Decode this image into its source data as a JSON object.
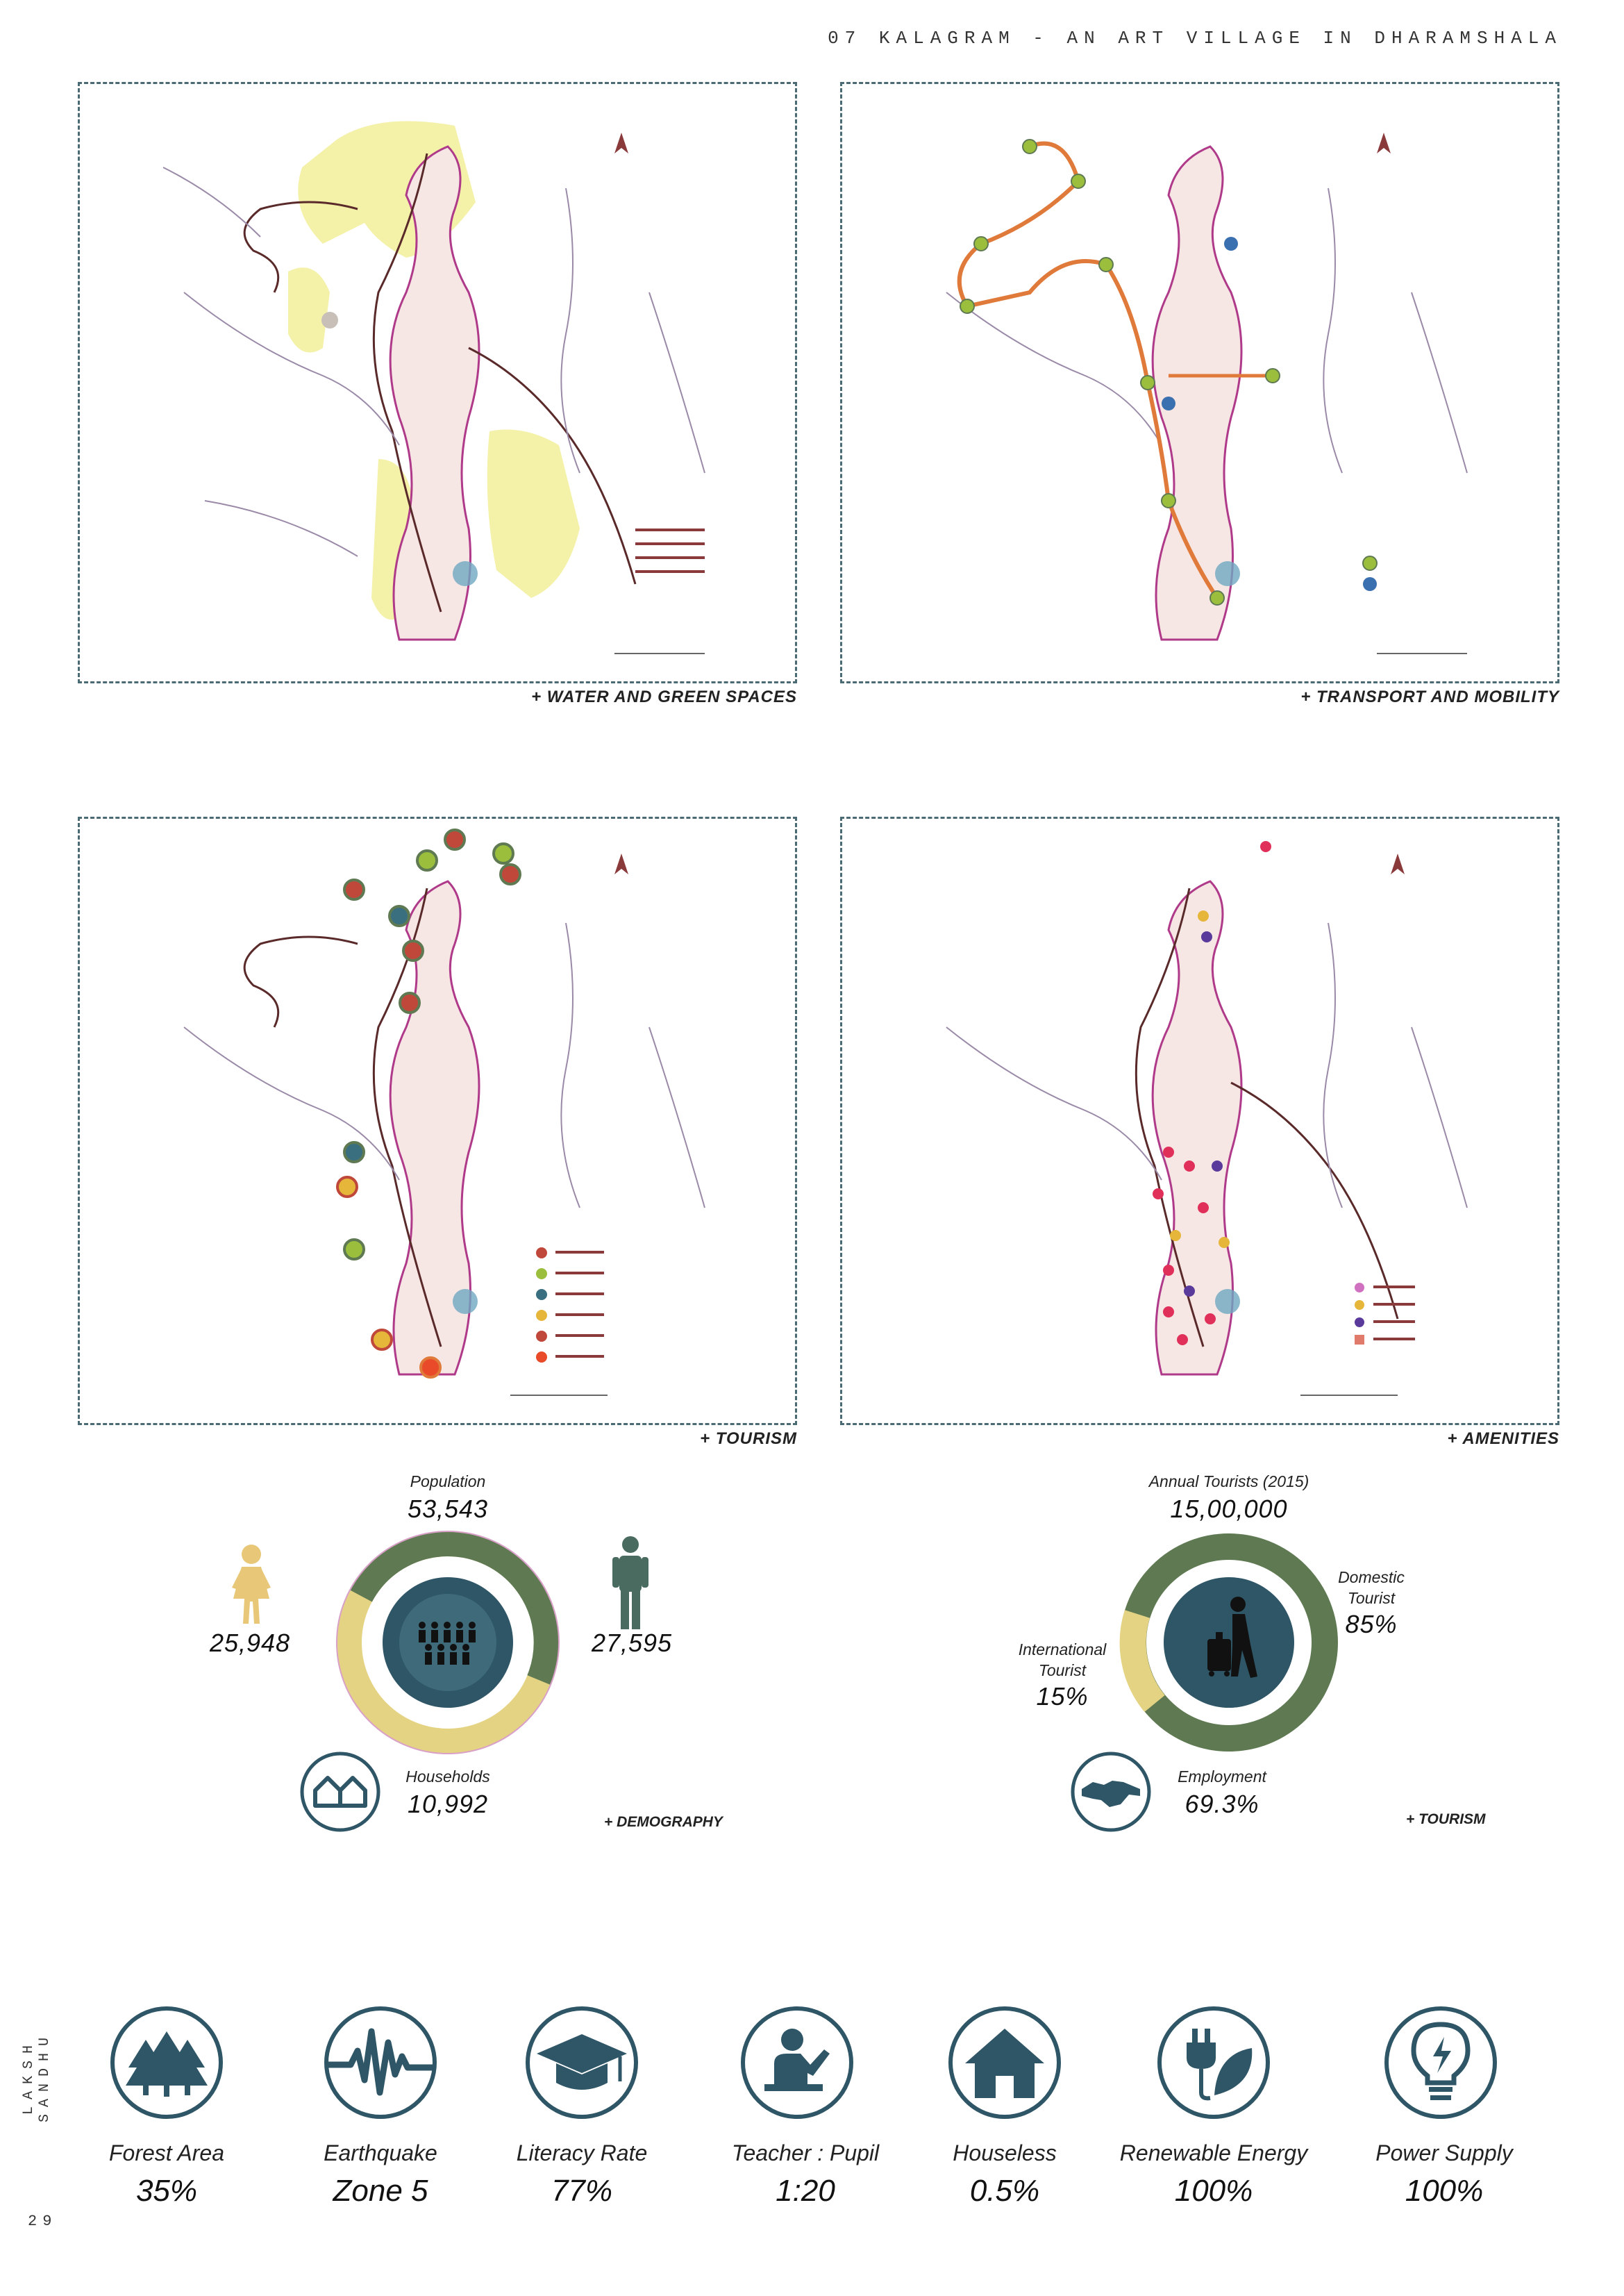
{
  "header": {
    "title": "07 KALAGRAM - AN ART VILLAGE IN DHARAMSHALA"
  },
  "maps": [
    {
      "caption": "+ WATER AND GREEN SPACES"
    },
    {
      "caption": "+ TRANSPORT AND MOBILITY"
    },
    {
      "caption": "+ TOURISM"
    },
    {
      "caption": "+ AMENITIES"
    }
  ],
  "demography": {
    "population_label": "Population",
    "population_value": "53,543",
    "female_value": "25,948",
    "male_value": "27,595",
    "households_label": "Households",
    "households_value": "10,992",
    "caption": "+ DEMOGRAPHY"
  },
  "tourism_stats": {
    "annual_label": "Annual Tourists (2015)",
    "annual_value": "15,00,000",
    "domestic_label_1": "Domestic",
    "domestic_label_2": "Tourist",
    "domestic_value": "85%",
    "international_label_1": "International",
    "international_label_2": "Tourist",
    "international_value": "15%",
    "employment_label": "Employment",
    "employment_value": "69.3%",
    "caption": "+ TOURISM"
  },
  "indicators": [
    {
      "label": "Forest Area",
      "value": "35%",
      "icon": "trees-icon"
    },
    {
      "label": "Earthquake",
      "value": "Zone 5",
      "icon": "seismograph-icon"
    },
    {
      "label": "Literacy Rate",
      "value": "77%",
      "icon": "graduation-cap-icon"
    },
    {
      "label": "Teacher : Pupil",
      "value": "1:20",
      "icon": "teacher-icon"
    },
    {
      "label": "Houseless",
      "value": "0.5%",
      "icon": "house-icon"
    },
    {
      "label": "Renewable Energy",
      "value": "100%",
      "icon": "plug-leaf-icon"
    },
    {
      "label": "Power Supply",
      "value": "100%",
      "icon": "lightbulb-icon"
    }
  ],
  "author": "LAKSH SANDHU",
  "page_number": "29",
  "colors": {
    "accent_teal": "#2f5666",
    "accent_green": "#5f7a52",
    "accent_sand": "#e5d384",
    "map_pink": "#f6e6e4",
    "map_magenta": "#b03a8a",
    "route_orange": "#e07a3a",
    "frame": "#4a6b73"
  }
}
